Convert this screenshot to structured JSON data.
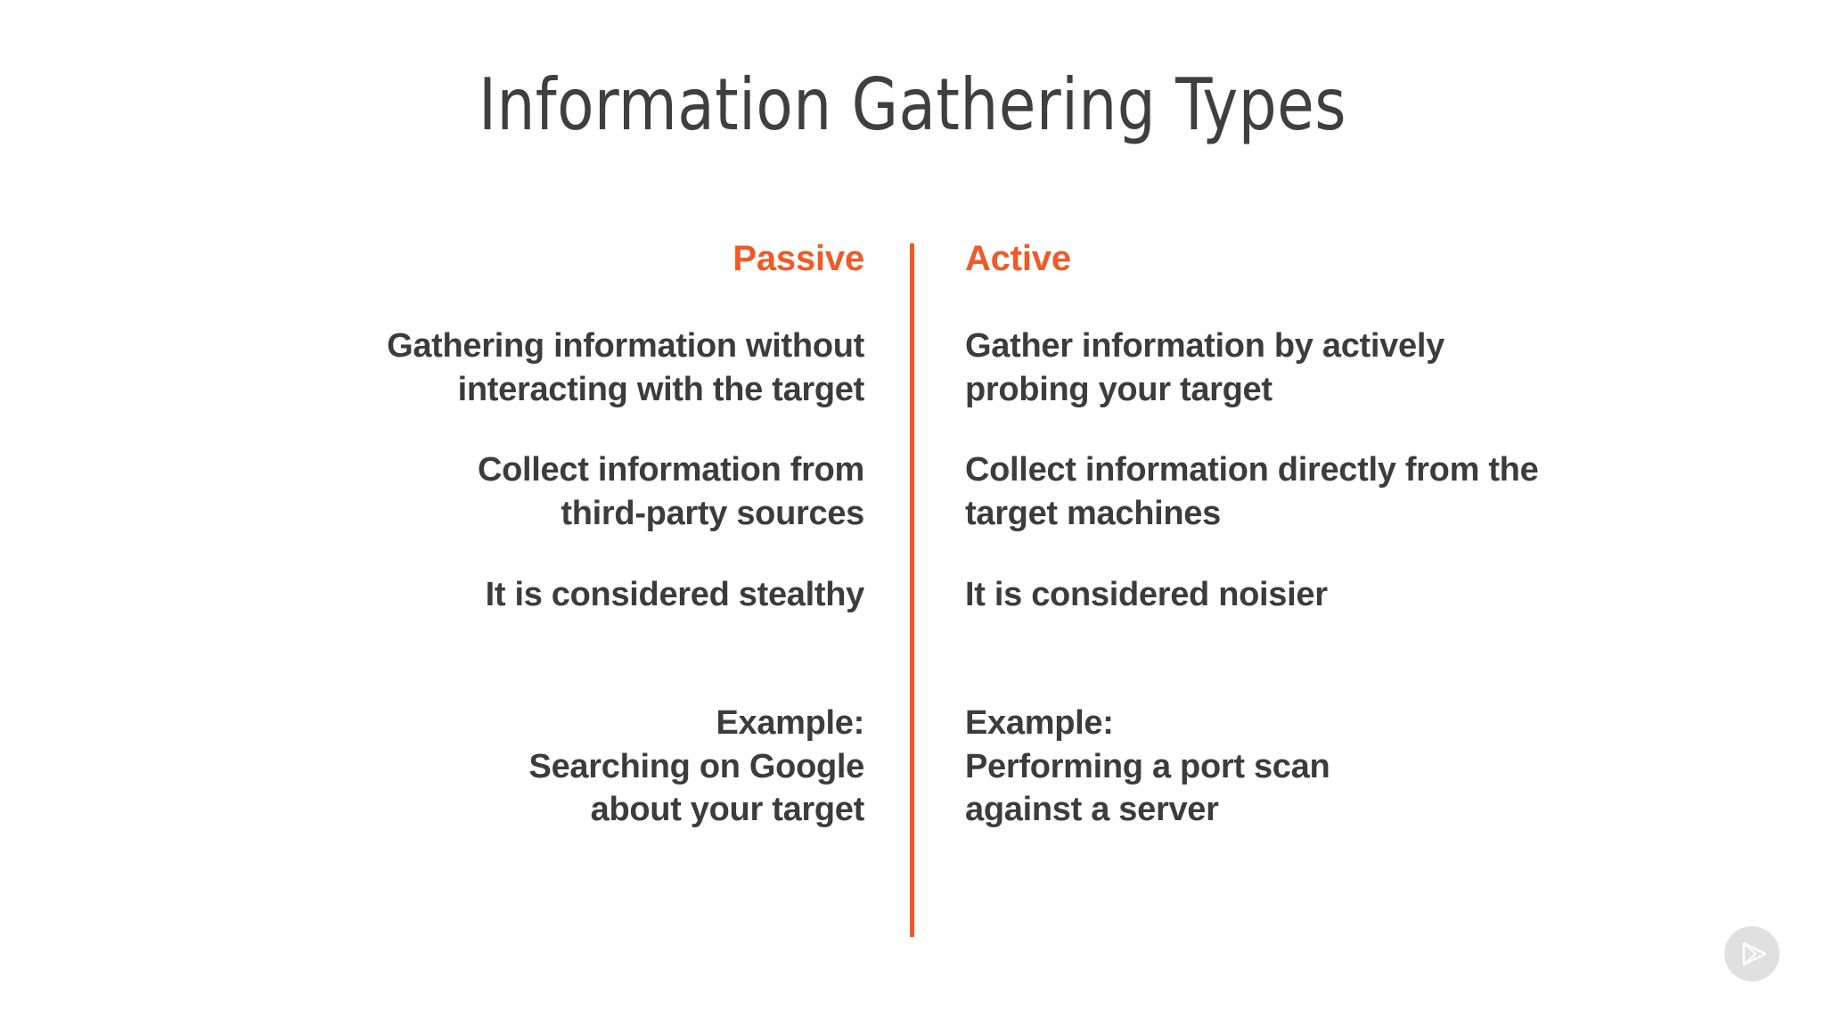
{
  "slide": {
    "title": "Information Gathering Types",
    "background_color": "#ffffff",
    "accent_color": "#ef5a27",
    "text_color": "#3c3c3c",
    "title_color": "#3f3f3f"
  },
  "columns": {
    "left": {
      "header": "Passive",
      "items": [
        {
          "lines": [
            "Gathering information without",
            "interacting with the target"
          ]
        },
        {
          "lines": [
            "Collect information from",
            "third-party sources"
          ]
        },
        {
          "lines": [
            "It is considered stealthy"
          ]
        }
      ],
      "example": {
        "label": "Example:",
        "lines": [
          "Searching on Google",
          "about your target"
        ]
      }
    },
    "right": {
      "header": "Active",
      "items": [
        {
          "lines": [
            "Gather information by actively",
            "probing your target"
          ]
        },
        {
          "lines": [
            "Collect information directly from the",
            "target machines"
          ]
        },
        {
          "lines": [
            "It is considered noisier"
          ]
        }
      ],
      "example": {
        "label": "Example:",
        "lines": [
          "Performing a port scan",
          "against a server"
        ]
      }
    }
  },
  "watermark": {
    "icon": "play-triangle-icon"
  }
}
